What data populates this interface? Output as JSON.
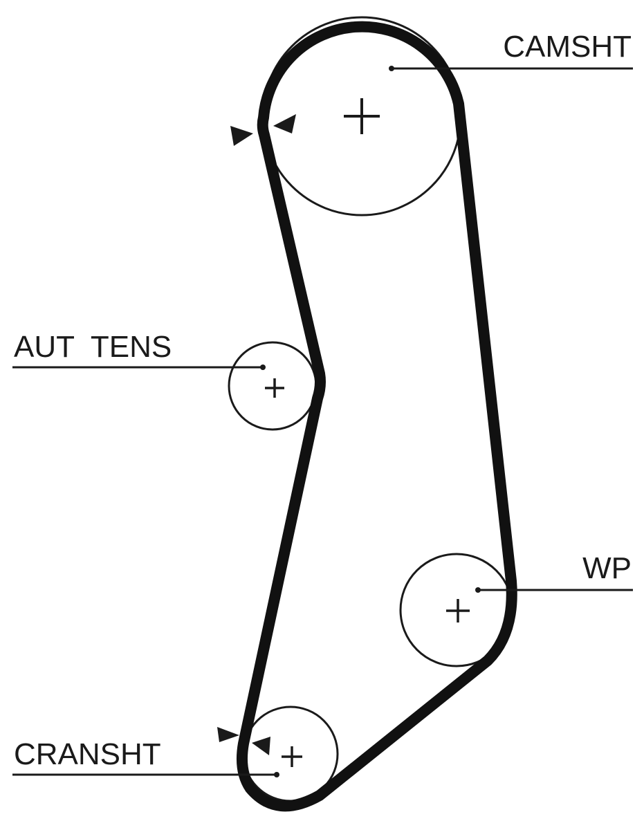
{
  "diagram": {
    "colors": {
      "line": "#1a1a1a",
      "belt": "#111111",
      "background": "#ffffff"
    },
    "labels": {
      "camshaft": "CAMSHT",
      "tensioner": "AUT  TENS",
      "water_pump": "WP",
      "crankshaft": "CRANSHT"
    }
  }
}
